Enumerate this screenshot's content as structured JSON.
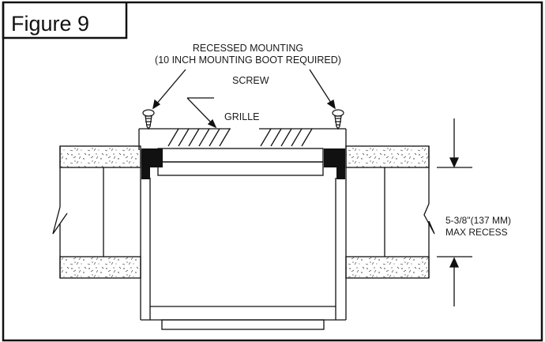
{
  "figure": {
    "title": "Figure 9",
    "labels": {
      "recessed_line1": "RECESSED MOUNTING",
      "recessed_line2": "(10 INCH MOUNTING BOOT REQUIRED)",
      "screw": "SCREW",
      "grille": "GRILLE",
      "recess_line1": "5-3/8\"(137 MM)",
      "recess_line2": "MAX RECESS"
    },
    "colors": {
      "ink": "#111111",
      "insulation_fill": "#ffffff"
    }
  }
}
